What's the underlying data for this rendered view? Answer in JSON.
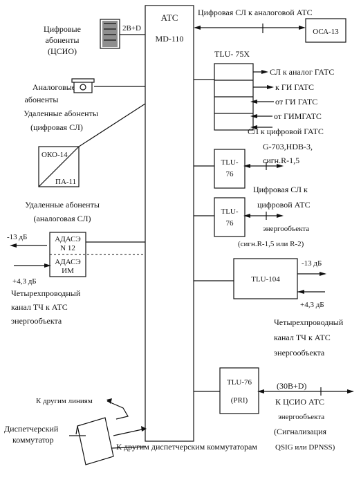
{
  "central": {
    "title": "АТС",
    "model": "MD-110"
  },
  "left": {
    "digital_subs": [
      "Цифровые",
      "абоненты",
      "(ЦСИО)"
    ],
    "link_2bd": "2B+D",
    "analog_subs": [
      "Аналоговые",
      "абоненты"
    ],
    "remote_digital": [
      "Удаленные абоненты",
      "(цифровая СЛ)"
    ],
    "oko14": "ОКО-14",
    "pa11": "ПА-11",
    "remote_analog": [
      "Удаленные абоненты",
      "(аналоговая СЛ)"
    ],
    "level_minus13": "-13 дБ",
    "level_plus43": "+4,3 дБ",
    "adase_top": [
      "АДАСЭ",
      "N 12"
    ],
    "adase_bottom": [
      "АДАСЭ",
      "ИМ"
    ],
    "four_wire": [
      "Четырехпроводный",
      "канал ТЧ к АТС",
      "энергообъекта"
    ],
    "to_other_lines": "К другим линиям",
    "dispatcher": [
      "Диспетчерский",
      "коммутатор"
    ],
    "to_other_dispatchers": "К другим диспетчерским коммутаторам"
  },
  "right": {
    "digital_trunk_analog": "Цифровая СЛ к аналоговой АТС",
    "osa13": "ОСА-13",
    "tlu75x": "TLU- 75X",
    "trunk_lines": [
      "СЛ к аналог ГАТС",
      "к ГИ ГАТС",
      "от ГИ  ГАТС",
      "от ГИМГАТС",
      "СЛ  к цифровой ГАТС"
    ],
    "g703": [
      "G-703,HDB-3,",
      "сигн.R-1,5"
    ],
    "tlu76a": [
      "TLU-",
      "76"
    ],
    "digital_trunk_digital": [
      "Цифровая СЛ к",
      "цифровой АТС"
    ],
    "tlu76b": [
      "TLU-",
      "76"
    ],
    "energy_obj": [
      "энергообъекта",
      "(сигн.R-1,5 или R-2)"
    ],
    "level_minus13": "-13 дБ",
    "tlu104": "TLU-104",
    "level_plus43": "+4,3  дБ",
    "four_wire": [
      "Четырехпроводный",
      "канал ТЧ к АТС",
      "энергообъекта"
    ],
    "tlu76pri": [
      "TLU-76",
      "(PRI)"
    ],
    "pri_link": "(30B+D)",
    "to_isdn": [
      "К ЦСИО АТС",
      "энергообъекта",
      "(Сигнализация",
      "QSIG или DPNSS)"
    ]
  }
}
